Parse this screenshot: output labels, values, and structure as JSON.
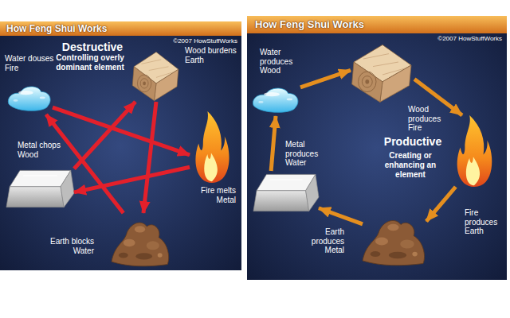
{
  "diagram": {
    "nodes": [
      {
        "text": [
          "How Feng Shui Works",
          "©2007 HowStuffWorks",
          "Destructive",
          "Controlling overly dominant element"
        ]
      },
      {
        "text": [
          "Water douses Fire"
        ],
        "in": 0
      },
      {
        "text": [
          "Wood burdens Earth"
        ],
        "in": 0
      },
      {
        "text": [
          "Metal chops Wood"
        ],
        "in": 0
      },
      {
        "text": [
          "Fire melts Metal"
        ],
        "in": 0
      },
      {
        "text": [
          "Earth blocks Water"
        ],
        "in": 0
      },
      {
        "text": [
          "How Feng Shui Works",
          "©2007 HowStuffWorks",
          "Productive",
          "Creating or enhancing an element"
        ]
      },
      {
        "text": [
          "Water produces Wood"
        ],
        "in": 6
      },
      {
        "text": [
          "Wood produces Fire"
        ],
        "in": 6
      },
      {
        "text": [
          "Metal produces Water"
        ],
        "in": 6
      },
      {
        "text": [
          "Fire produces Earth"
        ],
        "in": 6
      },
      {
        "text": [
          "Earth produces Metal"
        ],
        "in": 6
      }
    ],
    "edges": [
      {
        "from": 1,
        "to": 4,
        "arrow": "to"
      },
      {
        "from": 2,
        "to": 5,
        "arrow": "to"
      },
      {
        "from": 3,
        "to": 2,
        "arrow": "to"
      },
      {
        "from": 4,
        "to": 3,
        "arrow": "to"
      },
      {
        "from": 5,
        "to": 1,
        "arrow": "to"
      },
      {
        "from": 7,
        "to": 8,
        "arrow": "to"
      },
      {
        "from": 8,
        "to": 10,
        "arrow": "to"
      },
      {
        "from": 10,
        "to": 11,
        "arrow": "to"
      },
      {
        "from": 11,
        "to": 9,
        "arrow": "to"
      },
      {
        "from": 9,
        "to": 7,
        "arrow": "to"
      }
    ]
  }
}
